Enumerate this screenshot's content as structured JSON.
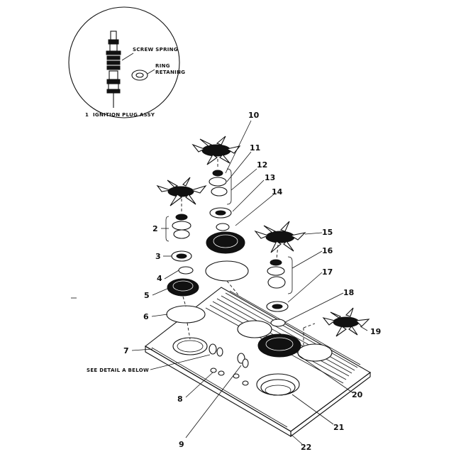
{
  "inset": {
    "labels": {
      "screw_spring": "SCREW SPRING",
      "ring_retaining": "RING",
      "ring_retaining_2": "RETANING",
      "assembly_num": "1",
      "assembly": "IGNITION PLUG ASSY"
    }
  },
  "note": "SEE DETAIL A BELOW",
  "callouts": {
    "c2": "2",
    "c3": "3",
    "c4": "4",
    "c5": "5",
    "c6": "6",
    "c7": "7",
    "c8": "8",
    "c9": "9",
    "c10": "10",
    "c11": "11",
    "c12": "12",
    "c13": "13",
    "c14": "14",
    "c15": "15",
    "c16": "16",
    "c17": "17",
    "c18": "18",
    "c19": "19",
    "c20": "20",
    "c21": "21",
    "c22": "22"
  },
  "colors": {
    "ink": "#111111",
    "paper": "#ffffff"
  }
}
